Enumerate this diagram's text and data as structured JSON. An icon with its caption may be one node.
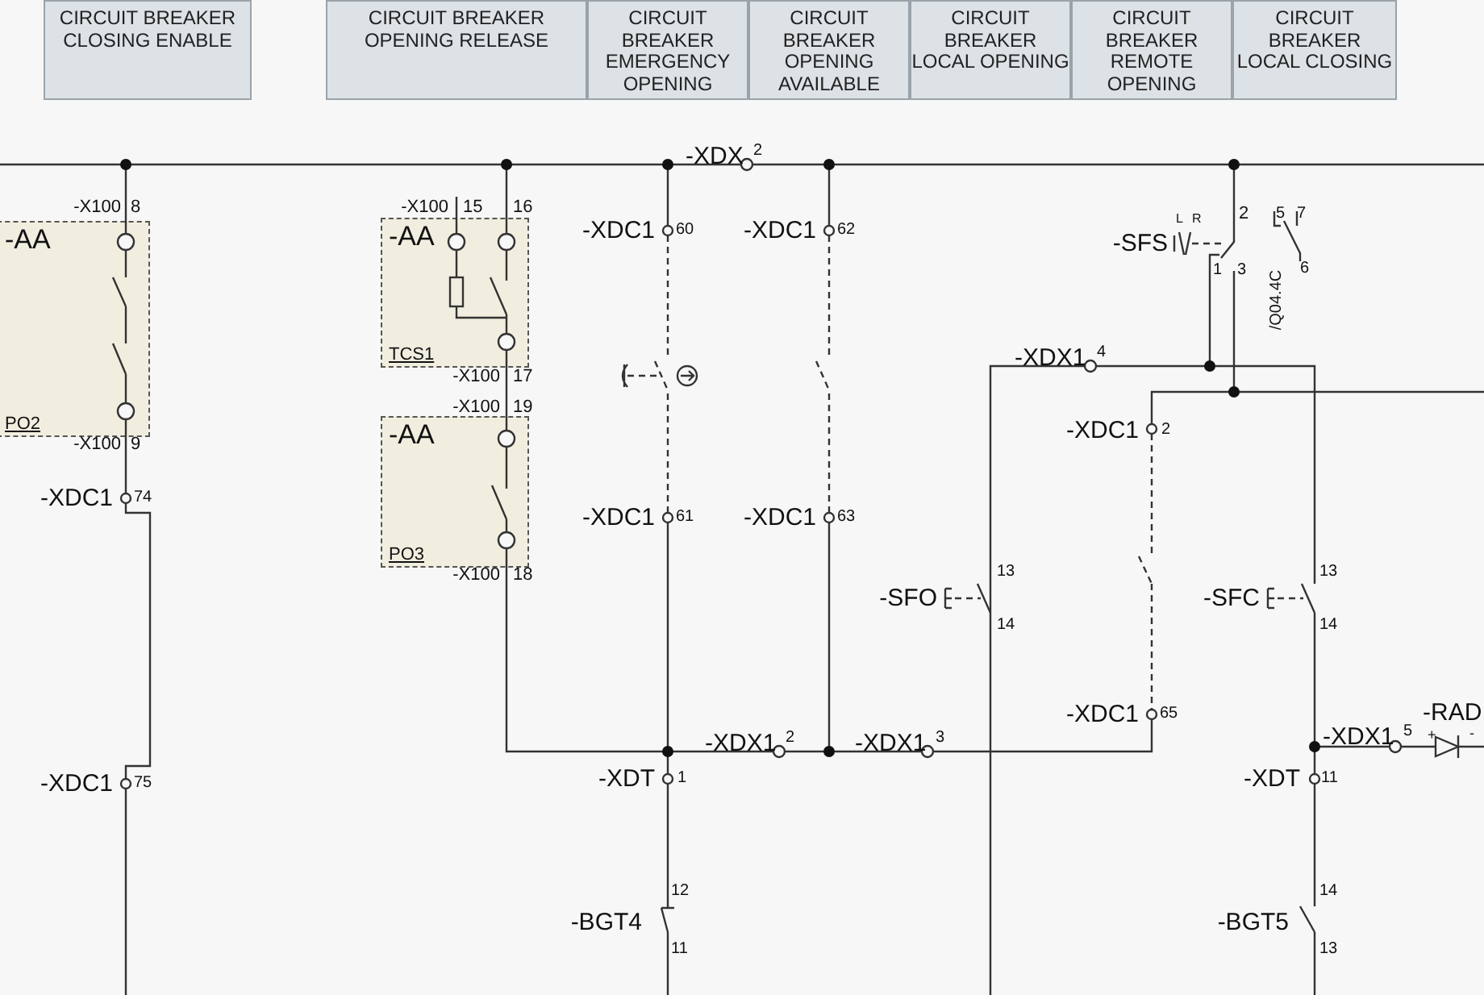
{
  "diagram": {
    "nodes": [
      {
        "text": [
          "CIRCUIT BREAKER CLOSING ENABLE"
        ]
      },
      {
        "text": [
          "CIRCUIT BREAKER OPENING RELEASE"
        ]
      },
      {
        "text": [
          "CIRCUIT BREAKER EMERGENCY OPENING"
        ]
      },
      {
        "text": [
          "CIRCUIT BREAKER OPENING AVAILABLE"
        ]
      },
      {
        "text": [
          "CIRCUIT BREAKER LOCAL OPENING"
        ]
      },
      {
        "text": [
          "CIRCUIT BREAKER REMOTE OPENING"
        ]
      },
      {
        "text": [
          "CIRCUIT BREAKER LOCAL CLOSING"
        ]
      },
      {
        "text": [
          "-AA",
          "PO2"
        ],
        "beside": [
          "-X100",
          "8",
          "-X100",
          "9"
        ]
      },
      {
        "text": [
          "-AA",
          "TCS1"
        ],
        "beside": [
          "-X100",
          "15",
          "16",
          "-X100",
          "17"
        ]
      },
      {
        "text": [
          "-AA",
          "PO3"
        ],
        "beside": [
          "-X100",
          "19",
          "-X100",
          "18"
        ]
      }
    ],
    "edges": [
      {
        "from": 8,
        "to": 9,
        "arrow": "none"
      }
    ],
    "labels": [
      "-XDX",
      "2",
      "-XDC1",
      "60",
      "-XDC1",
      "62",
      "2",
      "L",
      "R",
      "-SFS",
      "5",
      "7",
      "1",
      "3",
      "6",
      "/Q04.4C",
      "-XDX1",
      "4",
      "-XDC1",
      "2",
      "-XDC1",
      "74",
      "-XDC1",
      "61",
      "-XDC1",
      "63",
      "13",
      "-SFO",
      "14",
      "13",
      "-SFC",
      "14",
      "-XDC1",
      "65",
      "-RAD",
      "+",
      "-",
      "-XDX1",
      "2",
      "-XDX1",
      "3",
      "-XDX1",
      "5",
      "-XDC1",
      "75",
      "-XDT",
      "1",
      "-XDT",
      "11",
      "12",
      "-BGT4",
      "11",
      "14",
      "-BGT5",
      "13"
    ]
  }
}
